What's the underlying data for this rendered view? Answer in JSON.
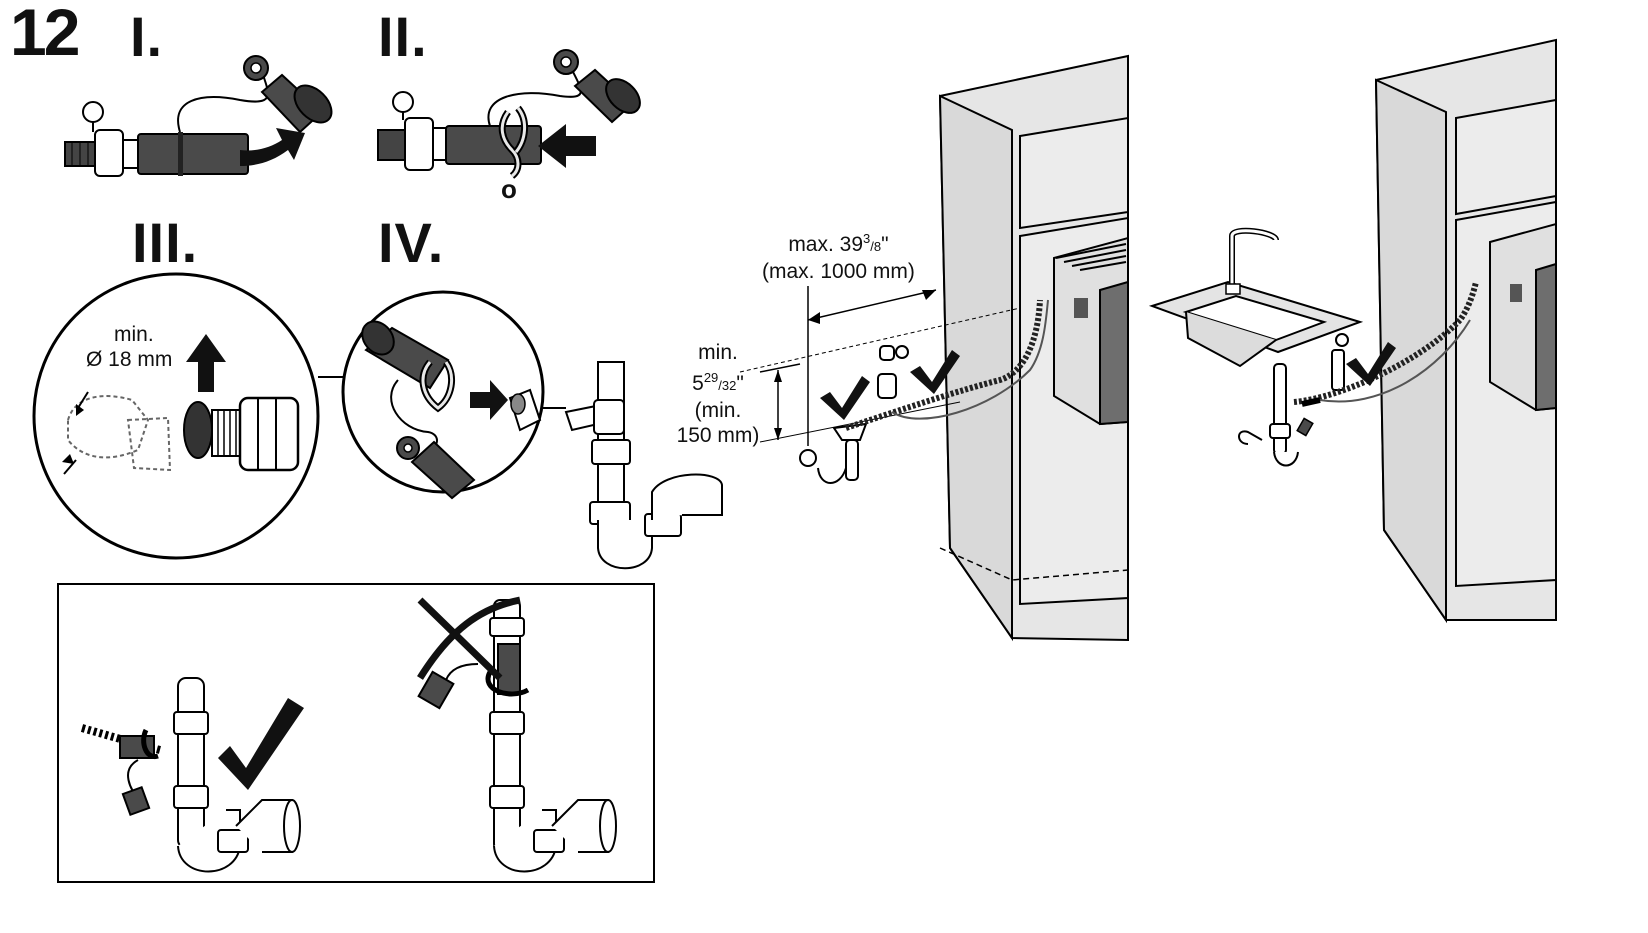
{
  "step": "12",
  "panels": {
    "i": "I.",
    "ii": "II.",
    "ii_mark": "o",
    "iii": "III.",
    "iv": "IV."
  },
  "zoom_label": {
    "line1": "min.",
    "line2": "Ø 18 mm"
  },
  "dim_width": {
    "line1_a": "max. 39",
    "line1_num": "3",
    "line1_den": "/8",
    "line1_b": "\"",
    "line2": "(max. 1000 mm)"
  },
  "dim_height": {
    "line1": "min.",
    "line2_a": "5",
    "line2_num": "29",
    "line2_den": "/32",
    "line2_b": "\"",
    "line3": "(min.",
    "line4": "150 mm)"
  }
}
